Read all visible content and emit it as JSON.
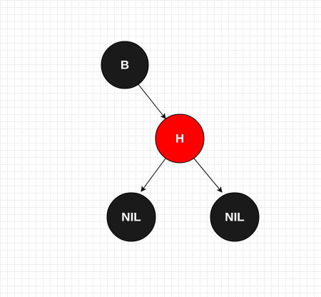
{
  "diagram": {
    "colors": {
      "black_node": "#1a1a1a",
      "red_node": "#ff0000",
      "label": "#ffffff",
      "edge": "#000000"
    },
    "nodes": [
      {
        "id": "b",
        "label": "B",
        "color": "black"
      },
      {
        "id": "h",
        "label": "H",
        "color": "red"
      },
      {
        "id": "nil-left",
        "label": "NIL",
        "color": "black"
      },
      {
        "id": "nil-right",
        "label": "NIL",
        "color": "black"
      }
    ],
    "edges": [
      {
        "from": "b",
        "to": "h"
      },
      {
        "from": "h",
        "to": "nil-left"
      },
      {
        "from": "h",
        "to": "nil-right"
      }
    ]
  }
}
